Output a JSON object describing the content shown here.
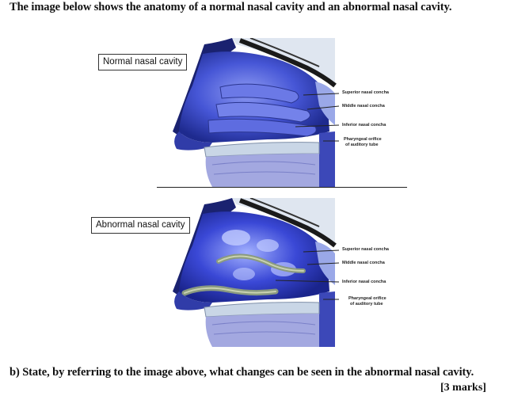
{
  "intro": "The image below shows the anatomy of a normal nasal cavity and an abnormal nasal cavity.",
  "panels": {
    "normal": {
      "label": "Normal nasal cavity",
      "structures": {
        "superior": "Superior nasal concha",
        "middle": "Middle nasal concha",
        "inferior": "Inferior nasal concha",
        "pharyngeal_1": "Pharyngeal orifice",
        "pharyngeal_2": "of auditory tube"
      }
    },
    "abnormal": {
      "label": "Abnormal nasal cavity",
      "structures": {
        "superior": "Superior nasal concha",
        "middle": "Middle nasal concha",
        "inferior": "Inferior nasal concha",
        "pharyngeal_1": "Pharyngeal orifice",
        "pharyngeal_2": "of auditory tube"
      }
    }
  },
  "question": "b) State, by referring to the image above, what changes can be seen in the abnormal nasal cavity.",
  "marks": "[3 marks]",
  "colors": {
    "mucosa": "#3f4fd0",
    "bone": "#c9d6e6",
    "polyp": "#8a9a80"
  }
}
